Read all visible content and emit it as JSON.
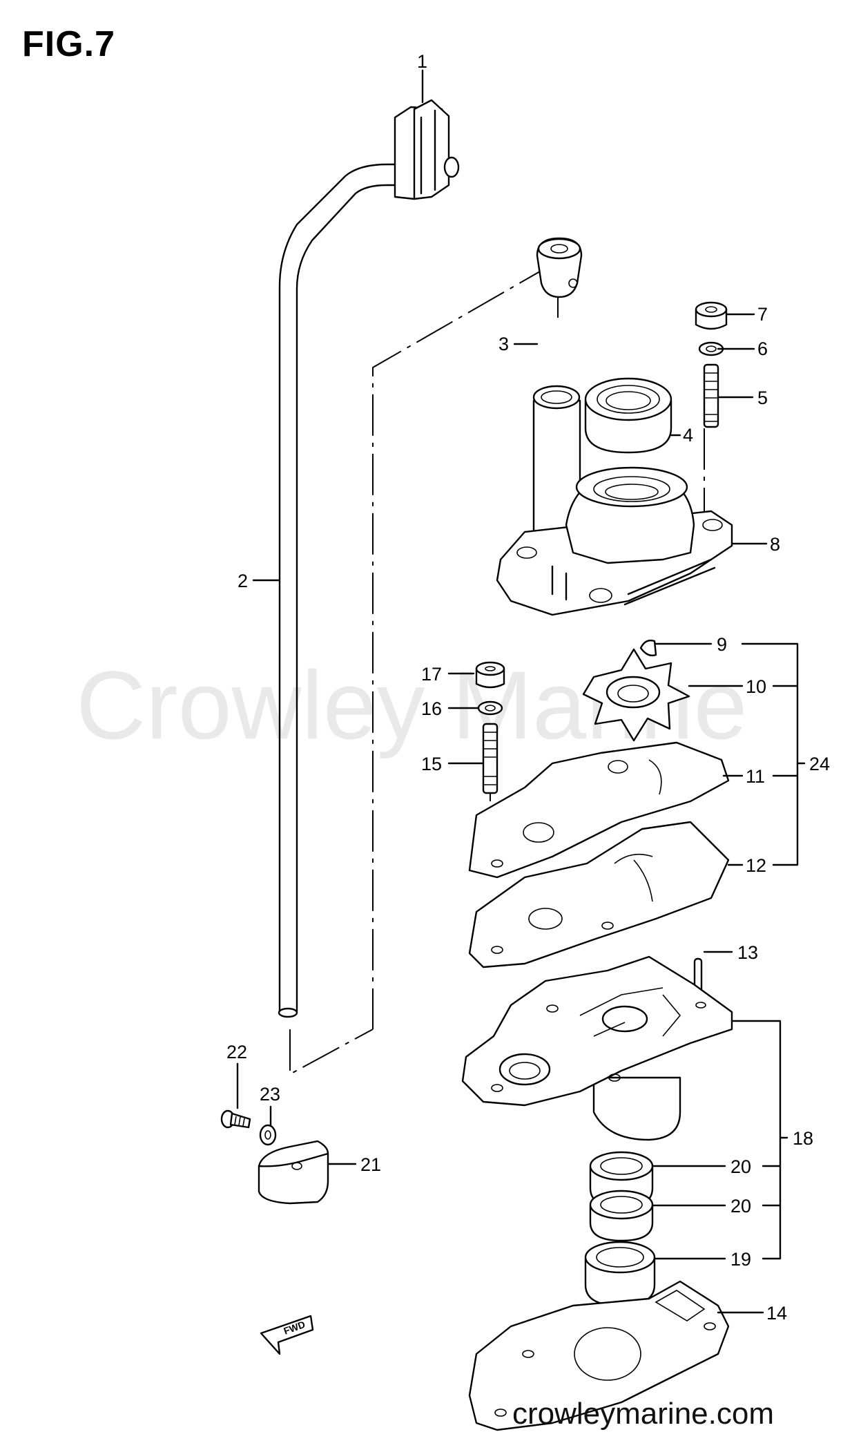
{
  "figure": {
    "title": "FIG.7"
  },
  "watermark": {
    "text": "Crowley Marine"
  },
  "footer": {
    "site": "crowleymarine.com",
    "fwd_label": "FWD"
  },
  "callouts": [
    {
      "id": "c1",
      "label": "1"
    },
    {
      "id": "c2",
      "label": "2"
    },
    {
      "id": "c3",
      "label": "3"
    },
    {
      "id": "c4",
      "label": "4"
    },
    {
      "id": "c5",
      "label": "5"
    },
    {
      "id": "c6",
      "label": "6"
    },
    {
      "id": "c7",
      "label": "7"
    },
    {
      "id": "c8",
      "label": "8"
    },
    {
      "id": "c9",
      "label": "9"
    },
    {
      "id": "c10",
      "label": "10"
    },
    {
      "id": "c11",
      "label": "11"
    },
    {
      "id": "c12",
      "label": "12"
    },
    {
      "id": "c13",
      "label": "13"
    },
    {
      "id": "c14",
      "label": "14"
    },
    {
      "id": "c15",
      "label": "15"
    },
    {
      "id": "c16",
      "label": "16"
    },
    {
      "id": "c17",
      "label": "17"
    },
    {
      "id": "c18",
      "label": "18"
    },
    {
      "id": "c19",
      "label": "19"
    },
    {
      "id": "c20a",
      "label": "20"
    },
    {
      "id": "c20b",
      "label": "20"
    },
    {
      "id": "c21",
      "label": "21"
    },
    {
      "id": "c22",
      "label": "22"
    },
    {
      "id": "c23",
      "label": "23"
    },
    {
      "id": "c24",
      "label": "24"
    }
  ]
}
